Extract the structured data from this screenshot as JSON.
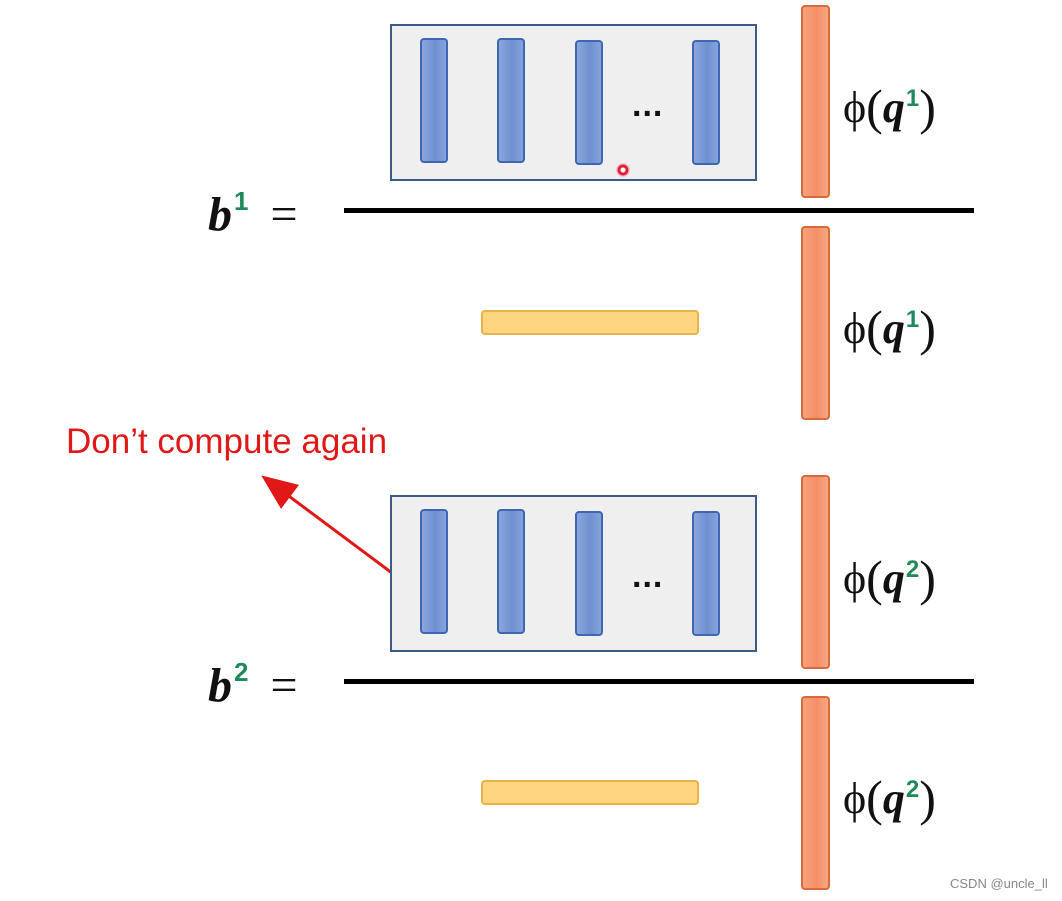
{
  "block1": {
    "numerator_dots": "...",
    "lhs_var": "b",
    "lhs_sup": "1",
    "equals": "=",
    "phi_numerator": {
      "phi": "ϕ",
      "q": "q",
      "sup": "1"
    },
    "phi_denominator": {
      "phi": "ϕ",
      "q": "q",
      "sup": "1"
    }
  },
  "block2": {
    "numerator_dots": "...",
    "lhs_var": "b",
    "lhs_sup": "2",
    "equals": "=",
    "phi_numerator": {
      "phi": "ϕ",
      "q": "q",
      "sup": "2"
    },
    "phi_denominator": {
      "phi": "ϕ",
      "q": "q",
      "sup": "2"
    }
  },
  "annotation": {
    "text": "Don’t compute again"
  },
  "watermark": "CSDN @uncle_ll",
  "colors": {
    "key_bar": "#7294d3",
    "query_bar": "#f4946b",
    "sum_bar": "#ffd580",
    "annotation": "#e01818",
    "superscript": "#1e8a5a"
  }
}
